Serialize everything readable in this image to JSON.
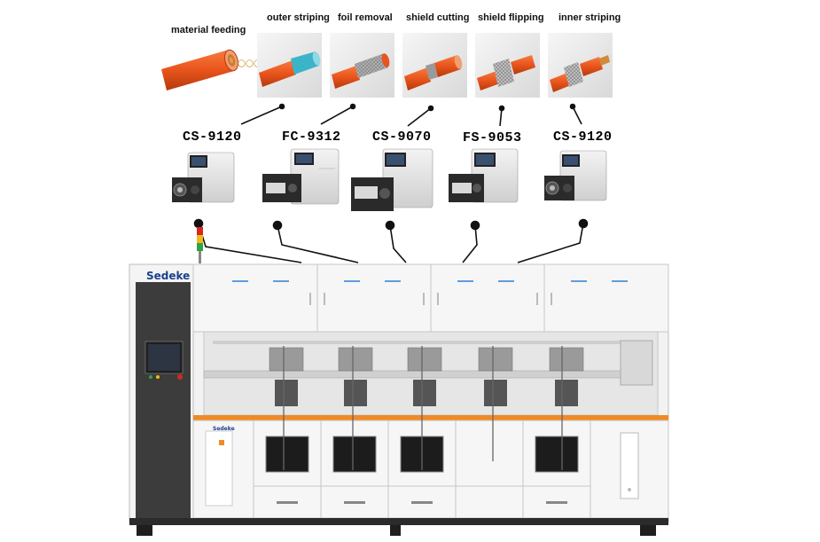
{
  "steps": [
    {
      "label": "material feeding"
    },
    {
      "label": "outer striping"
    },
    {
      "label": "foil removal"
    },
    {
      "label": "shield cutting"
    },
    {
      "label": "shield flipping"
    },
    {
      "label": "inner striping"
    }
  ],
  "models": [
    "CS-9120",
    "FC-9312",
    "CS-9070",
    "FS-9053",
    "CS-9120"
  ],
  "brand": "Sedeke",
  "colors": {
    "cable_orange": "#e8541c",
    "machine_white": "#f1f1f1",
    "machine_dark": "#3a3a3a",
    "accent_orange": "#f08a24",
    "accent_blue": "#2d7fd6",
    "brand_blue": "#1a3f8f"
  }
}
